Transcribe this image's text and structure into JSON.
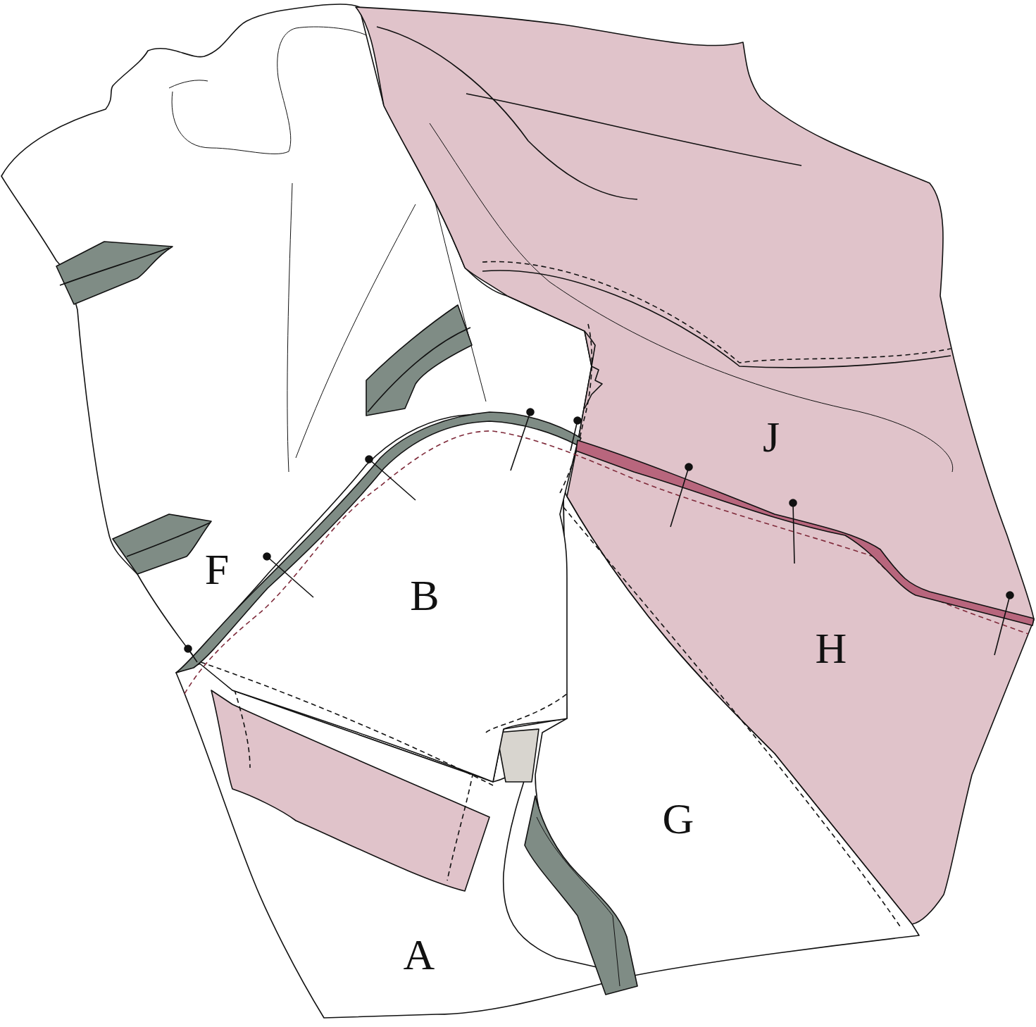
{
  "diagram": {
    "labels": [
      "J",
      "F",
      "B",
      "H",
      "G",
      "A"
    ]
  }
}
